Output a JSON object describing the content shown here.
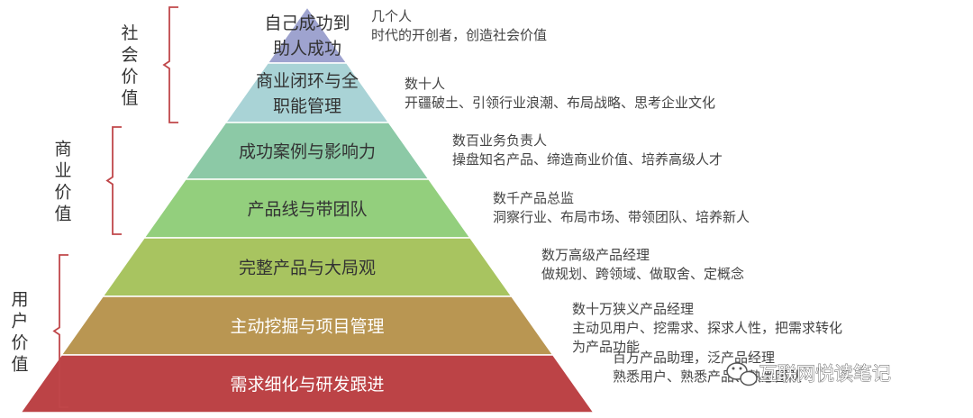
{
  "layers": [
    {
      "label": [
        "自己成功到",
        "助人成功"
      ],
      "color": "#9ea3cf",
      "dark": true
    },
    {
      "label": [
        "商业闭环与全",
        "职能管理"
      ],
      "color": "#a9d3d6",
      "dark": true
    },
    {
      "label": [
        "成功案例与影响力"
      ],
      "color": "#8cc9a6",
      "dark": true
    },
    {
      "label": [
        "产品线与带团队"
      ],
      "color": "#93cf7d",
      "dark": true
    },
    {
      "label": [
        "完整产品与大局观"
      ],
      "color": "#a8c460",
      "dark": true
    },
    {
      "label": [
        "主动挖掘与项目管理"
      ],
      "color": "#b99652",
      "dark": false
    },
    {
      "label": [
        "需求细化与研发跟进"
      ],
      "color": "#bc4346",
      "dark": false
    }
  ],
  "notes": [
    [
      "几个人",
      "时代的开创者，创造社会价值"
    ],
    [
      "数十人",
      "开疆破土、引领行业浪潮、布局战略、思考企业文化"
    ],
    [
      "数百业务负责人",
      "操盘知名产品、缔造商业价值、培养高级人才"
    ],
    [
      "数千产品总监",
      "洞察行业、布局市场、带领团队、培养新人"
    ],
    [
      "数万高级产品经理",
      "做规划、跨领域、做取舍、定概念"
    ],
    [
      "数十万狭义产品经理",
      "主动见用户、挖需求、探求人性，把需求转化",
      "为产品功能"
    ],
    [
      "百万产品助理，泛产品经理",
      "熟悉用户、熟悉产品、熟悉团队"
    ]
  ],
  "groups": [
    {
      "label": [
        "社",
        "会",
        "价",
        "值"
      ]
    },
    {
      "label": [
        "商",
        "业",
        "价",
        "值"
      ]
    },
    {
      "label": [
        "用",
        "户",
        "价",
        "值"
      ]
    }
  ],
  "bracket_color": "#c0474a",
  "watermark": "互联网悦读笔记"
}
